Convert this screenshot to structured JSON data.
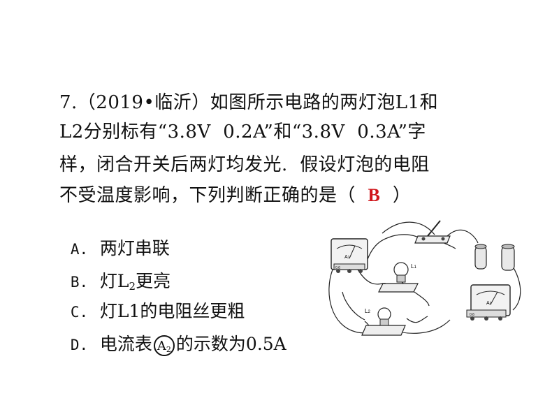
{
  "question": {
    "line1": "7.（2019•临沂）如图所示电路的两灯泡L1和",
    "line2": "L2分别标有“3.8V  0.2A”和“3.8V  0.3A”字",
    "line3": "样，闭合开关后两灯均发光.  假设灯泡的电阻",
    "line4_pre": "不受温度影响，下列判断正确的是（  ",
    "answer": "B",
    "line4_post": "  ）"
  },
  "options": {
    "a_letter": "A.",
    "a_text": "两灯串联",
    "b_letter": "B.",
    "b_pre": "灯L",
    "b_sub": "2",
    "b_post": "更亮",
    "c_letter": "C.",
    "c_text": "灯L1的电阻丝更粗",
    "d_letter": "D.",
    "d_pre": "电流表",
    "d_meter": "A",
    "d_meter_sub": "2",
    "d_post": "的示数为0.5A"
  },
  "figure": {
    "lamp1_label": "L",
    "lamp1_sub": "1",
    "lamp2_label": "L",
    "lamp2_sub": "2",
    "meter1_label": "A",
    "meter1_sub": "1",
    "meter2_label": "A",
    "meter2_sub": "2",
    "meter_scale": "0.6"
  },
  "colors": {
    "answer": "#d0161b",
    "text": "#111111"
  }
}
